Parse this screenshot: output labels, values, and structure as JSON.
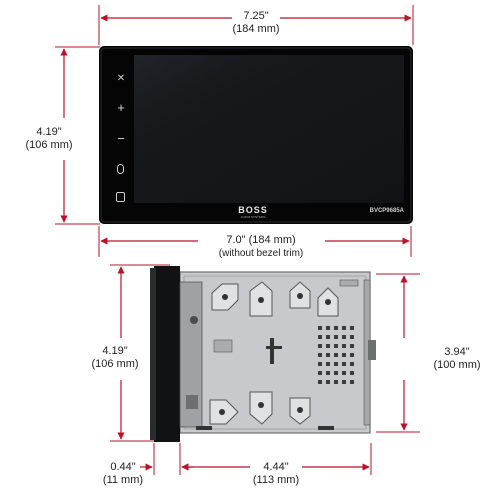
{
  "colors": {
    "dimension_line": "#b8152a",
    "label_text": "#222222",
    "screen_dark": "#0f1114",
    "bezel": "#050505",
    "chassis_metal": "#c8c9cc",
    "chassis_dark": "#3a3c40"
  },
  "dimensions": {
    "top_width": {
      "imperial": "7.25\"",
      "metric": "(184 mm)"
    },
    "front_height": {
      "imperial": "4.19\"",
      "metric": "(106 mm)"
    },
    "screen_width": {
      "imperial": "7.0\" (184 mm)",
      "note": "(without bezel trim)"
    },
    "side_height": {
      "imperial": "4.19\"",
      "metric": "(106 mm)"
    },
    "chassis_height": {
      "imperial": "3.94\"",
      "metric": "(100 mm)"
    },
    "bezel_depth": {
      "imperial": "0.44\"",
      "metric": "(11 mm)"
    },
    "chassis_depth": {
      "imperial": "4.44\"",
      "metric": "(113 mm)"
    }
  },
  "device": {
    "brand": "BOSS",
    "brand_sub": "AUDIO SYSTEMS",
    "model": "BVCP9685A",
    "buttons": [
      {
        "name": "mute-icon",
        "glyph": "🔇"
      },
      {
        "name": "volume-up-icon",
        "glyph": "+"
      },
      {
        "name": "volume-down-icon",
        "glyph": "−"
      },
      {
        "name": "microphone-icon",
        "glyph": "🎤"
      },
      {
        "name": "home-icon",
        "glyph": "▢"
      }
    ]
  }
}
